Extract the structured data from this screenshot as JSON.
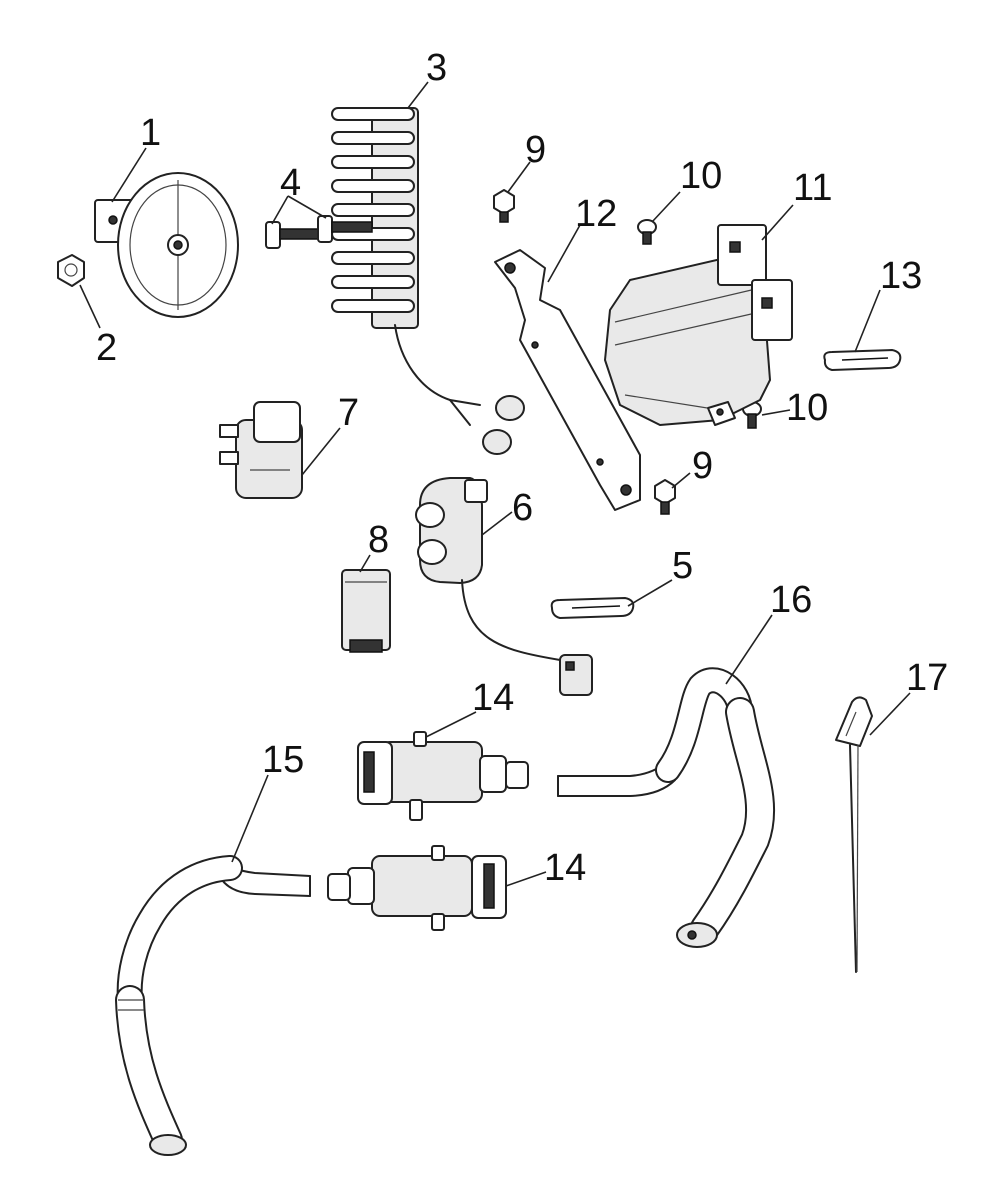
{
  "colors": {
    "line": "#222222",
    "background": "#ffffff",
    "shade": "#e9e9e9"
  },
  "callouts": [
    {
      "id": "c1",
      "text": "1"
    },
    {
      "id": "c2",
      "text": "2"
    },
    {
      "id": "c3",
      "text": "3"
    },
    {
      "id": "c4",
      "text": "4"
    },
    {
      "id": "c5",
      "text": "5"
    },
    {
      "id": "c6",
      "text": "6"
    },
    {
      "id": "c7",
      "text": "7"
    },
    {
      "id": "c8",
      "text": "8"
    },
    {
      "id": "c9a",
      "text": "9"
    },
    {
      "id": "c9b",
      "text": "9"
    },
    {
      "id": "c10a",
      "text": "10"
    },
    {
      "id": "c10b",
      "text": "10"
    },
    {
      "id": "c11",
      "text": "11"
    },
    {
      "id": "c12",
      "text": "12"
    },
    {
      "id": "c13",
      "text": "13"
    },
    {
      "id": "c14a",
      "text": "14"
    },
    {
      "id": "c14b",
      "text": "14"
    },
    {
      "id": "c15",
      "text": "15"
    },
    {
      "id": "c16",
      "text": "16"
    },
    {
      "id": "c17",
      "text": "17"
    }
  ]
}
